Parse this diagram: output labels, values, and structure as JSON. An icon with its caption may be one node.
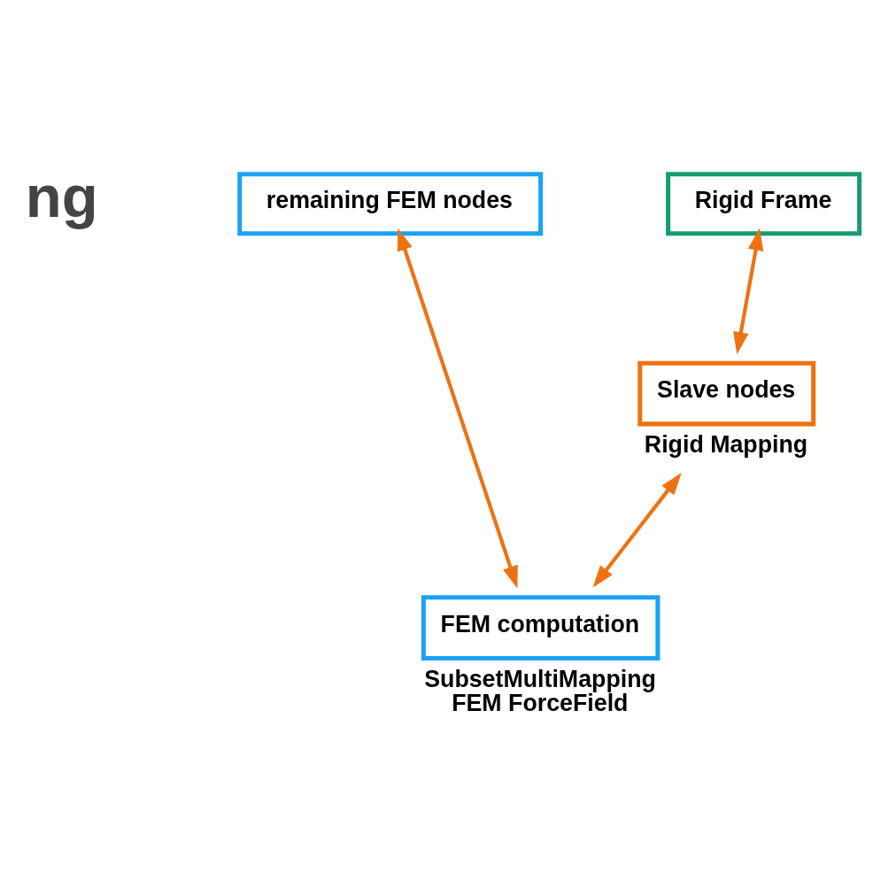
{
  "diagram": {
    "nodes": [
      {
        "text": [
          "remaining FEM nodes"
        ]
      },
      {
        "text": [
          "Rigid Frame"
        ]
      },
      {
        "text": [
          "Slave nodes"
        ],
        "beside": [
          "Rigid Mapping"
        ]
      },
      {
        "text": [
          "FEM computation"
        ],
        "beside": [
          "SubsetMultiMapping",
          "FEM ForceField"
        ]
      }
    ],
    "edges": [
      {
        "from": 0,
        "to": 3,
        "arrow": "both"
      },
      {
        "from": 1,
        "to": 2,
        "arrow": "both"
      },
      {
        "from": 2,
        "to": 3,
        "arrow": "both"
      }
    ],
    "labels": [
      "ng"
    ]
  }
}
